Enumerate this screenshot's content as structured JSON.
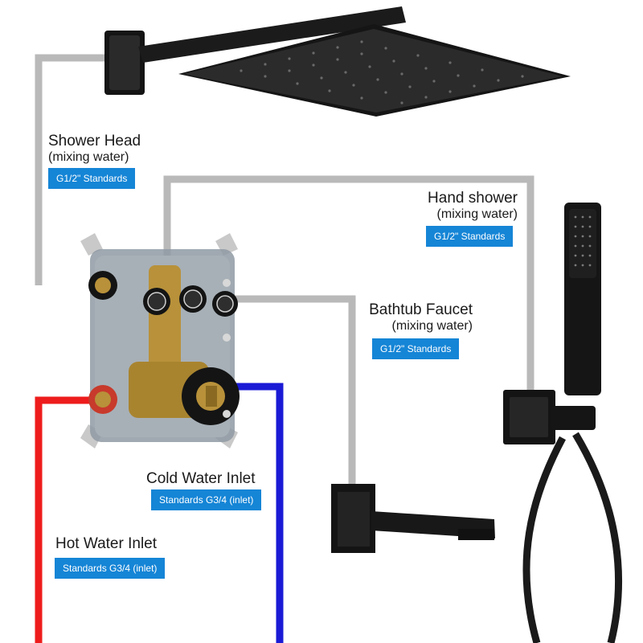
{
  "labels": {
    "shower_head": {
      "title": "Shower Head",
      "sub": "(mixing water)",
      "badge": "G1/2\" Standards"
    },
    "hand_shower": {
      "title": "Hand shower",
      "sub": "(mixing water)",
      "badge": "G1/2\" Standards"
    },
    "bathtub_faucet": {
      "title": "Bathtub Faucet",
      "sub": "(mixing water)",
      "badge": "G1/2\" Standards"
    },
    "cold_water_inlet": {
      "title": "Cold Water Inlet",
      "badge": "Standards G3/4 (inlet)"
    },
    "hot_water_inlet": {
      "title": "Hot Water Inlet",
      "badge": "Standards G3/4 (inlet)"
    }
  },
  "colors": {
    "badge_bg": "#1585d6",
    "pipe_gray": "#b9b9b9",
    "hot_pipe": "#ee1c1c",
    "cold_pipe": "#1a1ad6",
    "fixture_black": "#141414",
    "brass": "#b8913a"
  },
  "icons": [
    "shower-head-icon",
    "hand-shower-icon",
    "tub-spout-icon",
    "valve-body-icon"
  ]
}
